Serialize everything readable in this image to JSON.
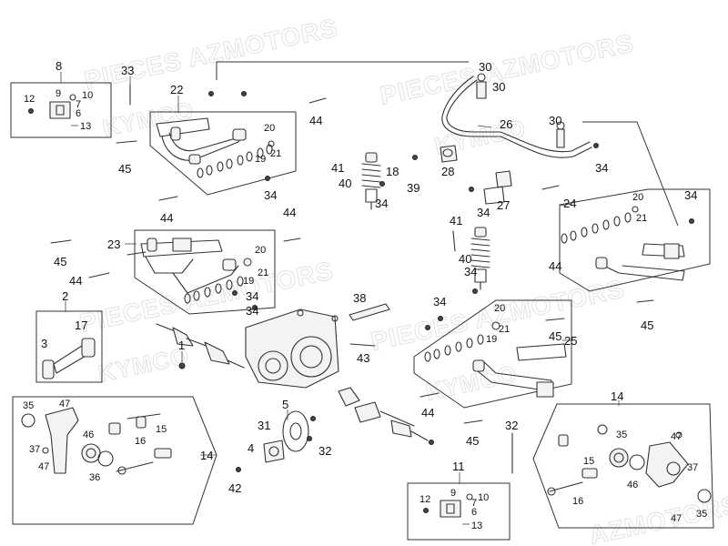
{
  "watermarks": [
    {
      "text": "PIECES AZMOTORS"
    },
    {
      "text": "KYMCO"
    },
    {
      "text": "PIECES AZMOTORS"
    },
    {
      "text": "KYMCO"
    },
    {
      "text": "PIECES AZMOTORS"
    },
    {
      "text": "KYMCO"
    },
    {
      "text": "PIECES AZMOTORS"
    },
    {
      "text": "KYMCO"
    },
    {
      "text": "AZMOTORS"
    }
  ],
  "callouts": [
    {
      "id": "c8",
      "text": "8"
    },
    {
      "id": "c9a",
      "text": "9"
    },
    {
      "id": "c10a",
      "text": "10"
    },
    {
      "id": "c12a",
      "text": "12"
    },
    {
      "id": "c7a",
      "text": "7"
    },
    {
      "id": "c6a",
      "text": "6"
    },
    {
      "id": "c13a",
      "text": "13"
    },
    {
      "id": "c33",
      "text": "33"
    },
    {
      "id": "c22",
      "text": "22"
    },
    {
      "id": "c20a",
      "text": "20"
    },
    {
      "id": "c19a",
      "text": "19"
    },
    {
      "id": "c21a",
      "text": "21"
    },
    {
      "id": "c44a",
      "text": "44"
    },
    {
      "id": "c45a",
      "text": "45"
    },
    {
      "id": "c34a",
      "text": "34"
    },
    {
      "id": "c44b",
      "text": "44"
    },
    {
      "id": "c44c",
      "text": "44"
    },
    {
      "id": "c23",
      "text": "23"
    },
    {
      "id": "c20b",
      "text": "20"
    },
    {
      "id": "c21b",
      "text": "21"
    },
    {
      "id": "c19b",
      "text": "19"
    },
    {
      "id": "c45b",
      "text": "45"
    },
    {
      "id": "c44d",
      "text": "44"
    },
    {
      "id": "c34b",
      "text": "34"
    },
    {
      "id": "c34c",
      "text": "34"
    },
    {
      "id": "c2",
      "text": "2"
    },
    {
      "id": "c17",
      "text": "17"
    },
    {
      "id": "c3",
      "text": "3"
    },
    {
      "id": "c1",
      "text": "1"
    },
    {
      "id": "c30a",
      "text": "30"
    },
    {
      "id": "c30b",
      "text": "30"
    },
    {
      "id": "c26",
      "text": "26"
    },
    {
      "id": "c30c",
      "text": "30"
    },
    {
      "id": "c34d",
      "text": "34"
    },
    {
      "id": "c41a",
      "text": "41"
    },
    {
      "id": "c18",
      "text": "18"
    },
    {
      "id": "c40a",
      "text": "40"
    },
    {
      "id": "c28",
      "text": "28"
    },
    {
      "id": "c39",
      "text": "39"
    },
    {
      "id": "c34e",
      "text": "34"
    },
    {
      "id": "c27",
      "text": "27"
    },
    {
      "id": "c34f",
      "text": "34"
    },
    {
      "id": "c24",
      "text": "24"
    },
    {
      "id": "c20c",
      "text": "20"
    },
    {
      "id": "c21c",
      "text": "21"
    },
    {
      "id": "c34g",
      "text": "34"
    },
    {
      "id": "c44e",
      "text": "44"
    },
    {
      "id": "c45c",
      "text": "45"
    },
    {
      "id": "c41b",
      "text": "41"
    },
    {
      "id": "c40b",
      "text": "40"
    },
    {
      "id": "c34h",
      "text": "34"
    },
    {
      "id": "c38",
      "text": "38"
    },
    {
      "id": "c34i",
      "text": "34"
    },
    {
      "id": "c20d",
      "text": "20"
    },
    {
      "id": "c21d",
      "text": "21"
    },
    {
      "id": "c19c",
      "text": "19"
    },
    {
      "id": "c25",
      "text": "25"
    },
    {
      "id": "c45d",
      "text": "45"
    },
    {
      "id": "c43",
      "text": "43"
    },
    {
      "id": "c44f",
      "text": "44"
    },
    {
      "id": "c45e",
      "text": "45"
    },
    {
      "id": "c5",
      "text": "5"
    },
    {
      "id": "c31",
      "text": "31"
    },
    {
      "id": "c4",
      "text": "4"
    },
    {
      "id": "c32a",
      "text": "32"
    },
    {
      "id": "c42",
      "text": "42"
    },
    {
      "id": "c32b",
      "text": "32"
    },
    {
      "id": "c35a",
      "text": "35"
    },
    {
      "id": "c47a",
      "text": "47"
    },
    {
      "id": "c46a",
      "text": "46"
    },
    {
      "id": "c15a",
      "text": "15"
    },
    {
      "id": "c16a",
      "text": "16"
    },
    {
      "id": "c37a",
      "text": "37"
    },
    {
      "id": "c47b",
      "text": "47"
    },
    {
      "id": "c36",
      "text": "36"
    },
    {
      "id": "c14a",
      "text": "14"
    },
    {
      "id": "c14b",
      "text": "14"
    },
    {
      "id": "c35b",
      "text": "35"
    },
    {
      "id": "c47c",
      "text": "47"
    },
    {
      "id": "c15b",
      "text": "15"
    },
    {
      "id": "c46b",
      "text": "46"
    },
    {
      "id": "c16b",
      "text": "16"
    },
    {
      "id": "c37b",
      "text": "37"
    },
    {
      "id": "c47d",
      "text": "47"
    },
    {
      "id": "c35c",
      "text": "35"
    },
    {
      "id": "c11",
      "text": "11"
    },
    {
      "id": "c9b",
      "text": "9"
    },
    {
      "id": "c12b",
      "text": "12"
    },
    {
      "id": "c7b",
      "text": "7"
    },
    {
      "id": "c10b",
      "text": "10"
    },
    {
      "id": "c6b",
      "text": "6"
    },
    {
      "id": "c13b",
      "text": "13"
    }
  ]
}
